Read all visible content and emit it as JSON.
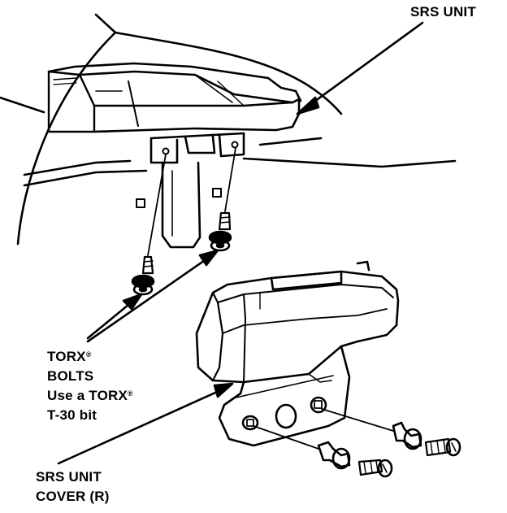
{
  "labels": {
    "srs_unit": "SRS UNIT",
    "torx_bolts": {
      "line1": "TORX",
      "line2": "BOLTS",
      "line3": "Use a TORX",
      "line4": "T-30 bit",
      "trademark": "®"
    },
    "srs_unit_cover": {
      "line1": "SRS UNIT",
      "line2": "COVER (R)"
    }
  },
  "colors": {
    "ink": "#000000",
    "paper": "#ffffff"
  }
}
